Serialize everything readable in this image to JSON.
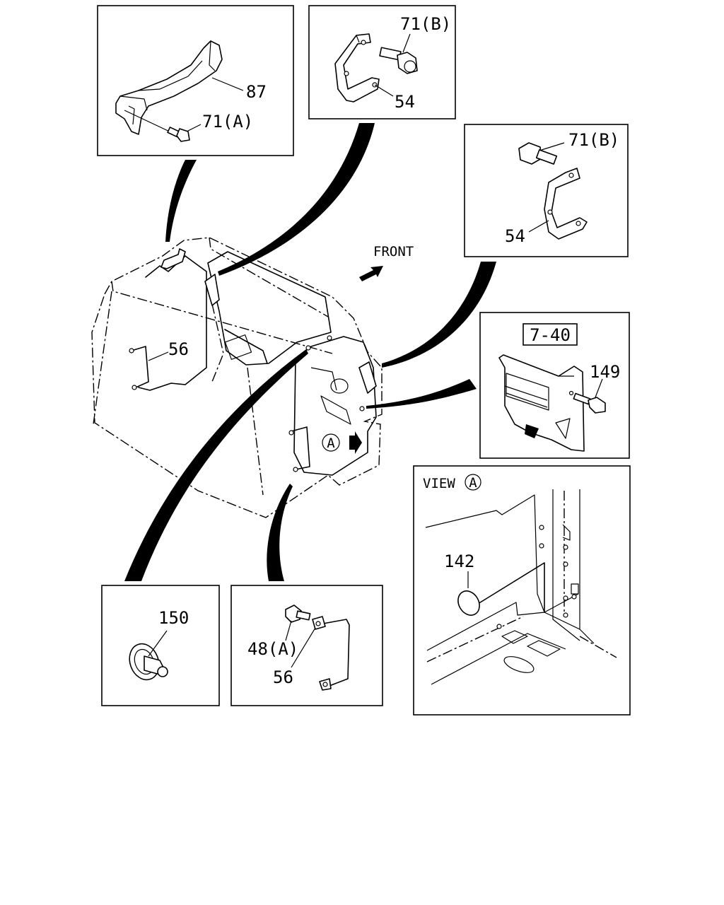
{
  "diagram": {
    "direction_label": "FRONT",
    "view_label": "VIEW",
    "view_marker": "A",
    "callouts": {
      "handle": "87",
      "handle_bolt": "71(A)",
      "bracket_bolt_top": "71(B)",
      "bracket_top": "54",
      "bracket_bolt_right": "71(B)",
      "bracket_right": "54",
      "ref_box": "7-40",
      "cover_screw": "149",
      "main_rail": "56",
      "plug": "142",
      "clip": "150",
      "rail_bolt": "48(A)",
      "rail": "56"
    }
  }
}
